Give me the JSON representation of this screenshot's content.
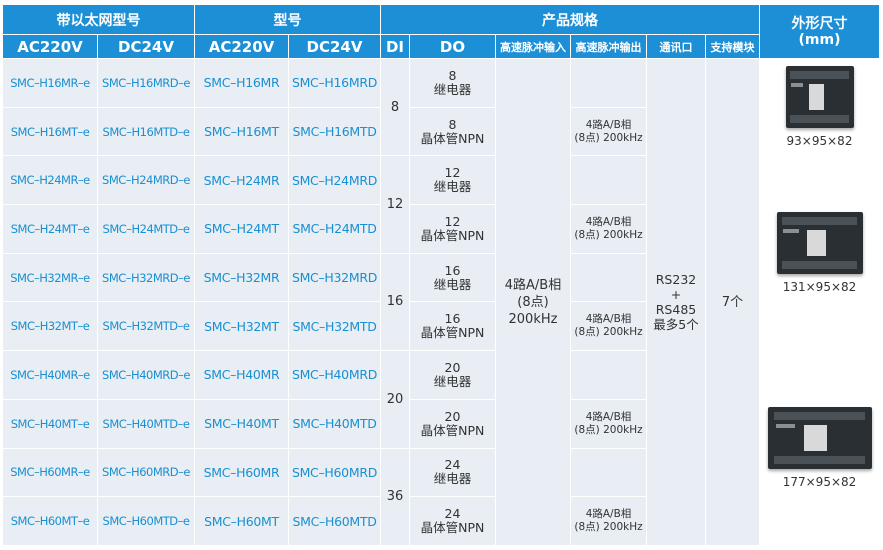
{
  "headers": {
    "ethernet_model": "带以太网型号",
    "model": "型号",
    "product_spec": "产品规格",
    "dimensions_line1": "外形尺寸",
    "dimensions_line2": "(mm)",
    "ac220v": "AC220V",
    "dc24v": "DC24V",
    "di": "DI",
    "do": "DO",
    "hs_input": "高速脉冲输入",
    "hs_output": "高速脉冲输出",
    "comm_port": "通讯口",
    "support_module": "支持模块"
  },
  "rows": [
    {
      "eth_ac": "SMC–H16MR–e",
      "eth_dc": "SMC–H16MRD–e",
      "ac": "SMC–H16MR",
      "dc": "SMC–H16MRD",
      "do_count": "8",
      "do_type": "继电器",
      "hs_out_1": "",
      "hs_out_2": ""
    },
    {
      "eth_ac": "SMC–H16MT–e",
      "eth_dc": "SMC–H16MTD–e",
      "ac": "SMC–H16MT",
      "dc": "SMC–H16MTD",
      "do_count": "8",
      "do_type": "晶体管NPN",
      "hs_out_1": "4路A/B相",
      "hs_out_2": "(8点) 200kHz"
    },
    {
      "eth_ac": "SMC–H24MR–e",
      "eth_dc": "SMC–H24MRD–e",
      "ac": "SMC–H24MR",
      "dc": "SMC–H24MRD",
      "do_count": "12",
      "do_type": "继电器",
      "hs_out_1": "",
      "hs_out_2": ""
    },
    {
      "eth_ac": "SMC–H24MT–e",
      "eth_dc": "SMC–H24MTD–e",
      "ac": "SMC–H24MT",
      "dc": "SMC–H24MTD",
      "do_count": "12",
      "do_type": "晶体管NPN",
      "hs_out_1": "4路A/B相",
      "hs_out_2": "(8点) 200kHz"
    },
    {
      "eth_ac": "SMC–H32MR–e",
      "eth_dc": "SMC–H32MRD–e",
      "ac": "SMC–H32MR",
      "dc": "SMC–H32MRD",
      "do_count": "16",
      "do_type": "继电器",
      "hs_out_1": "",
      "hs_out_2": ""
    },
    {
      "eth_ac": "SMC–H32MT–e",
      "eth_dc": "SMC–H32MTD–e",
      "ac": "SMC–H32MT",
      "dc": "SMC–H32MTD",
      "do_count": "16",
      "do_type": "晶体管NPN",
      "hs_out_1": "4路A/B相",
      "hs_out_2": "(8点) 200kHz"
    },
    {
      "eth_ac": "SMC–H40MR–e",
      "eth_dc": "SMC–H40MRD–e",
      "ac": "SMC–H40MR",
      "dc": "SMC–H40MRD",
      "do_count": "20",
      "do_type": "继电器",
      "hs_out_1": "",
      "hs_out_2": ""
    },
    {
      "eth_ac": "SMC–H40MT–e",
      "eth_dc": "SMC–H40MTD–e",
      "ac": "SMC–H40MT",
      "dc": "SMC–H40MTD",
      "do_count": "20",
      "do_type": "晶体管NPN",
      "hs_out_1": "4路A/B相",
      "hs_out_2": "(8点) 200kHz"
    },
    {
      "eth_ac": "SMC–H60MR–e",
      "eth_dc": "SMC–H60MRD–e",
      "ac": "SMC–H60MR",
      "dc": "SMC–H60MRD",
      "do_count": "24",
      "do_type": "继电器",
      "hs_out_1": "",
      "hs_out_2": ""
    },
    {
      "eth_ac": "SMC–H60MT–e",
      "eth_dc": "SMC–H60MTD–e",
      "ac": "SMC–H60MT",
      "dc": "SMC–H60MTD",
      "do_count": "24",
      "do_type": "晶体管NPN",
      "hs_out_1": "4路A/B相",
      "hs_out_2": "(8点) 200kHz"
    }
  ],
  "di_groups": [
    "8",
    "12",
    "16",
    "20",
    "36"
  ],
  "hs_input": {
    "line1": "4路A/B相",
    "line2": "(8点)",
    "line3": "200kHz"
  },
  "comm": {
    "line1": "RS232",
    "line2": "+",
    "line3": "RS485",
    "line4": "最多5个"
  },
  "modules": "7个",
  "dimensions": [
    "93×95×82",
    "131×95×82",
    "177×95×82"
  ],
  "device_images": [
    "plc-16-device",
    "plc-32-device",
    "plc-60-device"
  ]
}
